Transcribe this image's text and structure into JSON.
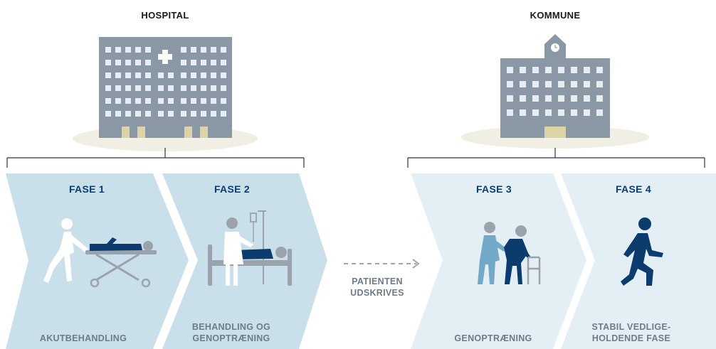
{
  "headings": {
    "hospital": "HOSPITAL",
    "kommune": "KOMMUNE"
  },
  "phases": [
    {
      "title": "FASE 1",
      "label": "AKUTBEHANDLING"
    },
    {
      "title": "FASE 2",
      "label_line1": "BEHANDLING OG",
      "label_line2": "GENOPTRÆNING"
    },
    {
      "title": "FASE 3",
      "label": "GENOPTRÆNING"
    },
    {
      "title": "FASE 4",
      "label_line1": "STABIL VEDLIGE-",
      "label_line2": "HOLDENDE FASE"
    }
  ],
  "transition": {
    "line1": "PATIENTEN",
    "line2": "UDSKRIVES"
  },
  "colors": {
    "hospital_chevron": "#c9dfea",
    "kommune_chevron": "#e4eff5",
    "building": "#8a98a6",
    "window": "#e6eef3",
    "door": "#ddd3a4",
    "ground": "#f1efe4",
    "navy": "#0c3c6e",
    "light_blue_figure": "#72a8c8",
    "grey_figure": "#9aa3ab"
  }
}
